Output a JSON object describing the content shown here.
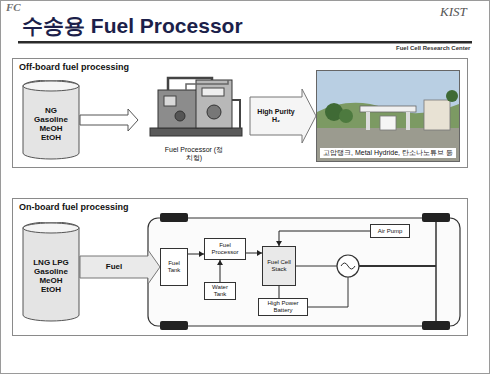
{
  "diagram": {
    "title": "수송용 Fuel Processor",
    "nodes": [
      {
        "text": [
          "Off-board fuel processing"
        ]
      },
      {
        "text": [
          "NG Gasoline MeOH EtOH"
        ],
        "in": 0
      },
      {
        "text": [
          "Fuel Processor (정치형)"
        ],
        "in": 0
      },
      {
        "text": [
          "고압탱크, Metal Hydride, 탄소나노튜브 등"
        ],
        "in": 0
      },
      {
        "text": [
          "On-board fuel processing"
        ]
      },
      {
        "text": [
          "LNG LPG Gasoline MeOH EtOH"
        ],
        "in": 4
      },
      {
        "text": [
          "Fuel Tank"
        ],
        "in": 4
      },
      {
        "text": [
          "Fuel Processor"
        ],
        "in": 4
      },
      {
        "text": [
          "Water Tank"
        ],
        "in": 4
      },
      {
        "text": [
          "Fuel Cell Stack"
        ],
        "in": 4
      },
      {
        "text": [
          "High Power Battery"
        ],
        "in": 4
      },
      {
        "text": [
          "Air Pump"
        ],
        "in": 4
      }
    ],
    "edges": [
      {
        "from": 1,
        "to": 2,
        "arrow": "to"
      },
      {
        "from": 2,
        "to": 3,
        "label": "High Purity H₂",
        "arrow": "to"
      },
      {
        "from": 5,
        "to": 6,
        "label": "Fuel",
        "arrow": "to"
      },
      {
        "from": 6,
        "to": 7,
        "arrow": "to"
      },
      {
        "from": 8,
        "to": 7,
        "arrow": "to"
      },
      {
        "from": 7,
        "to": 9,
        "arrow": "to"
      },
      {
        "from": 11,
        "to": 9,
        "arrow": "to"
      },
      {
        "from": 9,
        "to": 10,
        "arrow": "none"
      }
    ],
    "labels": [
      "FC",
      "KIST",
      "Fuel Cell Research Center"
    ]
  }
}
